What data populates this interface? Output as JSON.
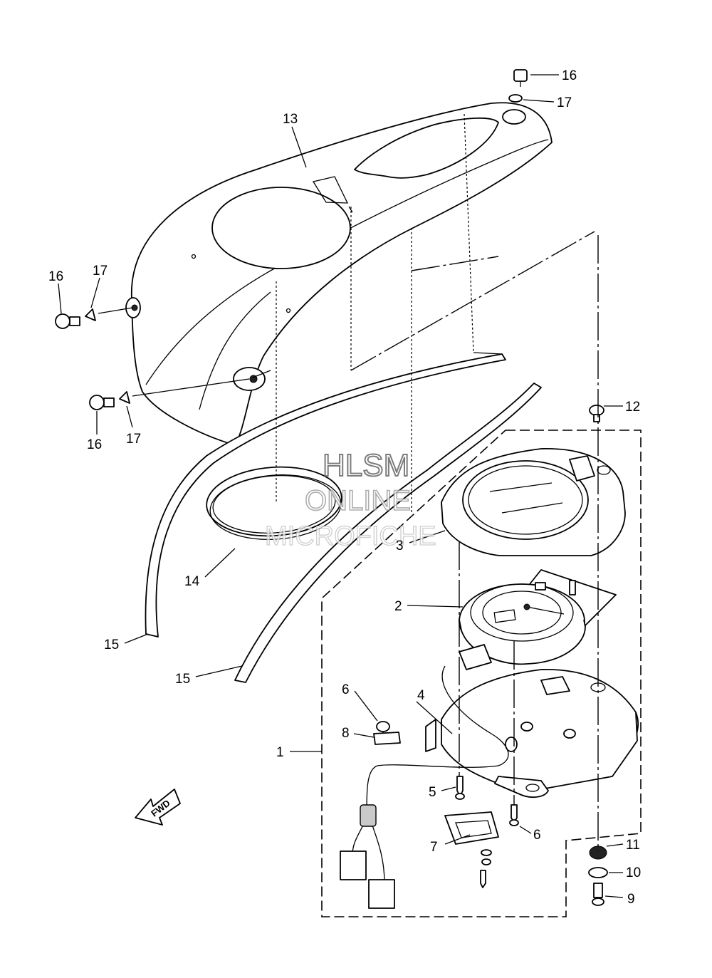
{
  "watermark": {
    "line1": "HLSM",
    "line2": "ONLINE",
    "line3": "MICROFICHE"
  },
  "direction_arrow": "FWD",
  "callouts": {
    "c1": "1",
    "c2": "2",
    "c3": "3",
    "c4": "4",
    "c5": "5",
    "c6a": "6",
    "c6b": "6",
    "c7": "7",
    "c8": "8",
    "c9": "9",
    "c10": "10",
    "c11": "11",
    "c12": "12",
    "c13": "13",
    "c14": "14",
    "c15a": "15",
    "c15b": "15",
    "c16a": "16",
    "c16b": "16",
    "c16c": "16",
    "c17a": "17",
    "c17b": "17",
    "c17c": "17"
  }
}
